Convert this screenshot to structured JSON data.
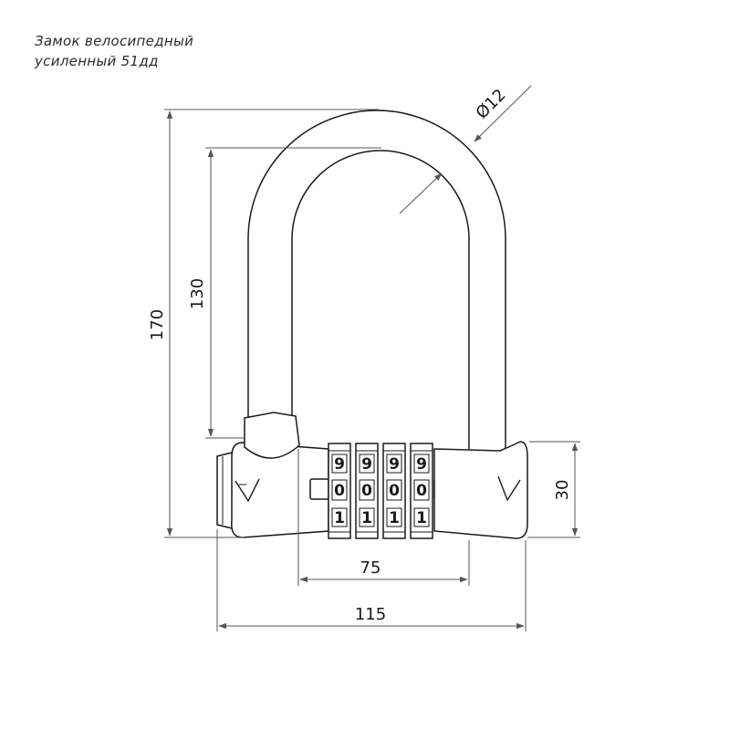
{
  "title": {
    "line1": "Замок велосипедный",
    "line2": "усиленный 51дд"
  },
  "dimensions": {
    "diameter": "Ø12",
    "height_total": "170",
    "height_inner": "130",
    "body_height": "30",
    "inner_width": "75",
    "total_width": "115"
  },
  "dials": {
    "top": [
      "9",
      "9",
      "9",
      "9"
    ],
    "middle": [
      "0",
      "0",
      "0",
      "0"
    ],
    "bottom": [
      "1",
      "1",
      "1",
      "1"
    ]
  },
  "colors": {
    "line": "#1a1a1a",
    "dim_line": "#555555",
    "background": "#ffffff"
  }
}
